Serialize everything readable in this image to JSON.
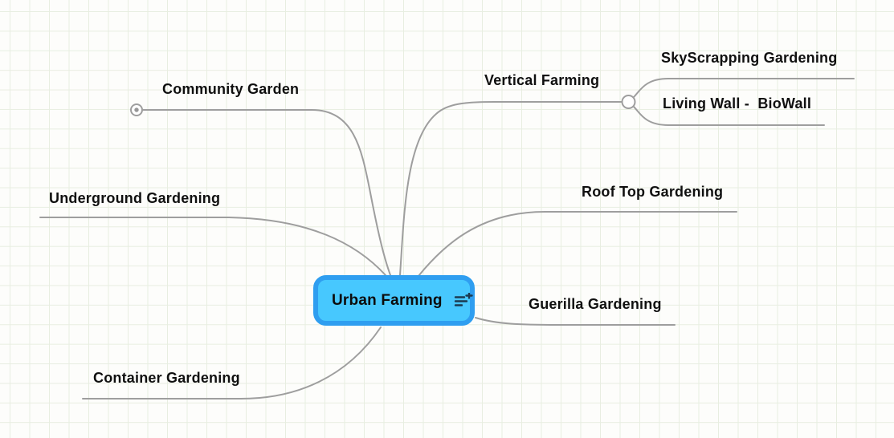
{
  "canvas": {
    "background_color": "#fdfdfb",
    "grid_color": "#e8eee1",
    "connector_color": "#9e9e9e"
  },
  "central_topic": {
    "label": "Urban Farming",
    "fill_color": "#47c8fe",
    "border_color": "#2f9ef0",
    "icon": "list-plus-icon",
    "icon_color": "#1c3a50"
  },
  "branches": [
    {
      "id": "community-garden",
      "label": "Community Garden",
      "marker": "collapse-dot-icon"
    },
    {
      "id": "vertical-farming",
      "label": "Vertical Farming",
      "marker": "branch-fork-icon",
      "children": [
        {
          "id": "skyscrapping-gardening",
          "label": "SkyScrapping Gardening"
        },
        {
          "id": "living-wall-biowall",
          "label": "Living Wall -  BioWall"
        }
      ]
    },
    {
      "id": "underground-gardening",
      "label": "Underground Gardening"
    },
    {
      "id": "roof-top-gardening",
      "label": "Roof Top Gardening"
    },
    {
      "id": "guerilla-gardening",
      "label": "Guerilla Gardening"
    },
    {
      "id": "container-gardening",
      "label": "Container Gardening"
    }
  ]
}
